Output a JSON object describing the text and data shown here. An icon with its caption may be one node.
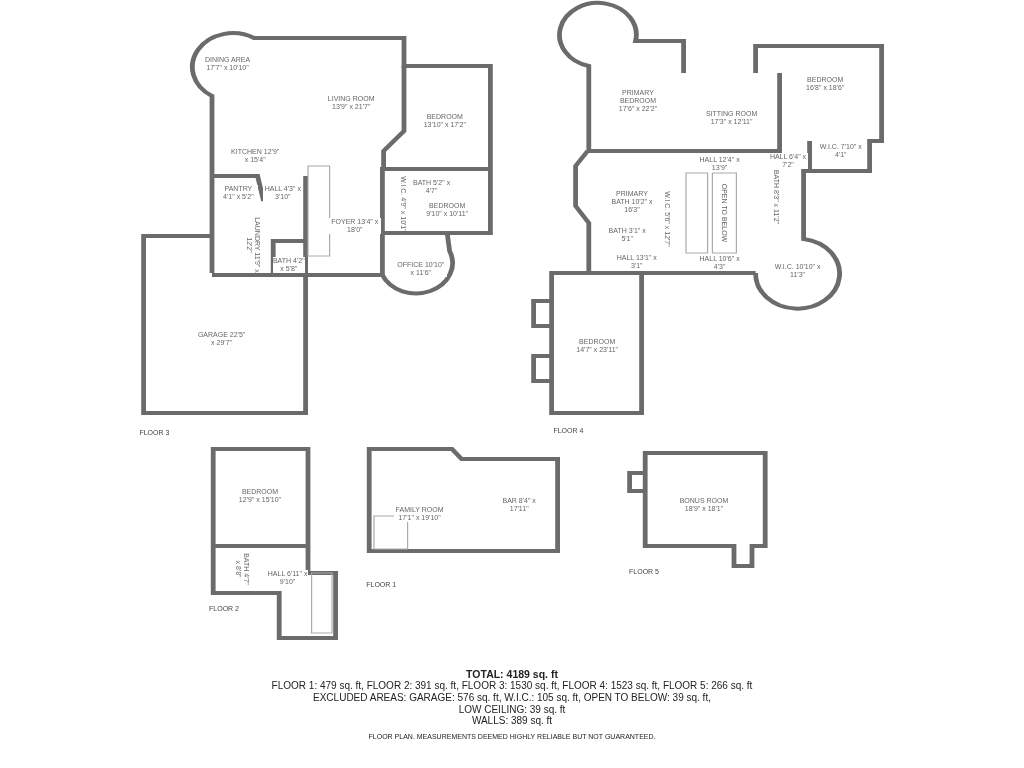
{
  "diagram": {
    "labels": [
      "DINING AREA 17'7\" x 10'10\"",
      "LIVING ROOM 13'9\" x 21'7\"",
      "BEDROOM 13'10\" x 17'2\"",
      "KITCHEN 12'9\" x 15'4\"",
      "PANTRY 4'1\" x 5'2\"",
      "HALL 4'3\" x 3'10\"",
      "BATH 5'2\" x 4'7\"",
      "W.I.C. 4'9\" x 10'1\"",
      "BEDROOM 9'10\" x 10'11\"",
      "LAUNDRY 11'9\" x 12'2\"",
      "FOYER 13'4\" x 18'0\"",
      "BATH 4'2\" x 5'8\"",
      "OFFICE 10'10\" x 11'6\"",
      "GARAGE 22'5\" x 29'7\"",
      "FLOOR 3",
      "PRIMARY BEDROOM 17'6\" x 22'2\"",
      "SITTING ROOM 17'3\" x 12'11\"",
      "BEDROOM 16'8\" x 18'6\"",
      "HALL 12'4\" x 13'9\"",
      "HALL 6'4\" x 7'2\"",
      "W.I.C. 7'10\" x 4'1\"",
      "PRIMARY BATH 10'2\" x 16'3\"",
      "W.I.C. 5'6\" x 12'7\"",
      "OPEN TO BELOW",
      "BATH 3'1\" x 5'1\"",
      "BATH 8'3\" x 11'2\"",
      "HALL 13'1\" x 3'1\"",
      "HALL 10'6\" x 4'3\"",
      "W.I.C. 10'10\" x 11'3\"",
      "BEDROOM 14'7\" x 23'11\"",
      "FLOOR 4",
      "BEDROOM 12'9\" x 15'10\"",
      "BATH 4'7\" x 8'8\"",
      "HALL 6'11\" x 9'10\"",
      "FLOOR 2",
      "FAMILY ROOM 17'1\" x 19'10\"",
      "BAR 8'4\" x 17'11\"",
      "FLOOR 1",
      "BONUS ROOM 18'9\" x 18'1\"",
      "FLOOR 5",
      "TOTAL: 4189 sq. ft",
      "FLOOR 1: 479 sq. ft, FLOOR 2: 391 sq. ft, FLOOR 3: 1530 sq. ft, FLOOR 4: 1523 sq. ft, FLOOR 5: 266 sq. ft",
      "EXCLUDED AREAS: GARAGE: 576 sq. ft, W.I.C.: 105 sq. ft, OPEN TO BELOW: 39 sq. ft,",
      "LOW CEILING: 39 sq. ft",
      "WALLS: 389 sq. ft",
      "FLOOR PLAN. MEASUREMENTS DEEMED HIGHLY RELIABLE BUT NOT GUARANTEED."
    ]
  }
}
